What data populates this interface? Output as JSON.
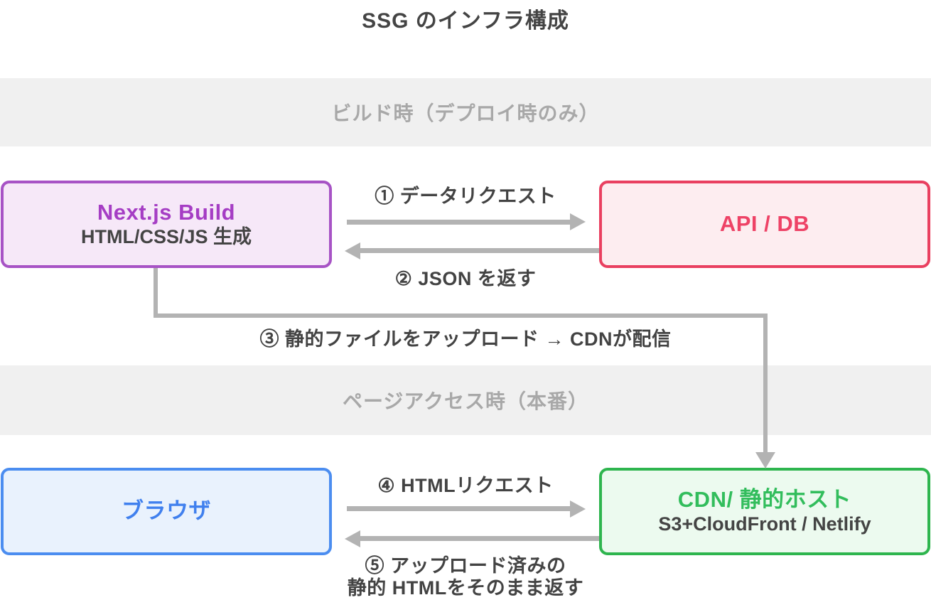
{
  "title": "SSG のインフラ構成",
  "phases": {
    "build": "ビルド時（デプロイ時のみ）",
    "access": "ページアクセス時（本番）"
  },
  "nodes": {
    "nextjs": {
      "title": "Next.js Build",
      "subtitle": "HTML/CSS/JS 生成"
    },
    "api": {
      "title": "API / DB"
    },
    "browser": {
      "title": "ブラウザ"
    },
    "cdn": {
      "title": "CDN/ 静的ホスト",
      "subtitle": "S3+CloudFront / Netlify"
    }
  },
  "flows": {
    "step1": "① データリクエスト",
    "step2": "② JSON を返す",
    "step3": "③ 静的ファイルをアップロード → CDNが配信",
    "step4": "④ HTMLリクエスト",
    "step5_line1": "⑤ アップロード済みの",
    "step5_line2": "静的 HTMLをそのまま返す"
  },
  "colors": {
    "nextjs_accent": "#a53dc4",
    "nextjs_fill": "#f6e8f8",
    "api_accent": "#ee4266",
    "api_fill": "#fdedf0",
    "browser_accent": "#4080ee",
    "browser_fill": "#e9f2fd",
    "cdn_accent": "#2eb54e",
    "cdn_fill": "#ecfaef",
    "arrow": "#b3b3b3",
    "band_bg": "#f0f0f0",
    "band_text": "#a8a8a8",
    "text_dark": "#444444"
  }
}
